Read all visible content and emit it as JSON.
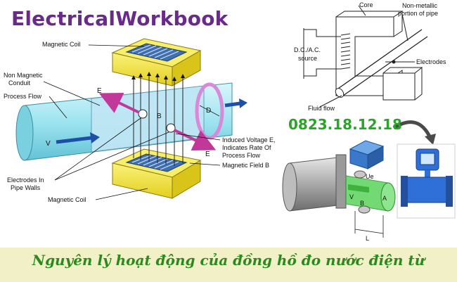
{
  "brand": "ElectricalWorkbook",
  "phone": "0823.18.12.18",
  "caption": "Nguyên lý hoạt động của đồng hồ đo nước điện từ",
  "left_diagram": {
    "magnetic_coil_top": "Magnetic Coil",
    "magnetic_coil_bottom": "Magnetic Coil",
    "non_magnetic_line1": "Non Magnetic",
    "non_magnetic_line2": "Conduit",
    "process_flow": "Process Flow",
    "electrodes_line1": "Electrodes In",
    "electrodes_line2": "Pipe Walls",
    "induced_line1": "Induced Voltage E,",
    "induced_line2": "Indicates Rate Of",
    "induced_line3": "Process Flow",
    "magnetic_field": "Magnetic Field B",
    "label_e_left": "E",
    "label_e_right": "E",
    "label_b": "B",
    "label_d": "D",
    "label_v": "V"
  },
  "right_diagram": {
    "core": "Core",
    "non_metallic_line1": "Non-metallic",
    "non_metallic_line2": "portion of pipe",
    "source_line1": "D.C./A.C.",
    "source_line2": "source",
    "electrodes": "Electrodes",
    "fluid_flow": "Fluid flow"
  },
  "meter_illustration": {
    "label_ue": "Ue",
    "label_v": "V",
    "label_b": "B",
    "label_a": "A",
    "label_l": "L"
  },
  "colors": {
    "brand": "#6a2a8a",
    "phone": "#2aa52a",
    "caption": "#2b8a1f",
    "caption_bg": "#f2f0c6",
    "coil": "#f3e63a",
    "pipe": "#9ee4f0",
    "arrow_magenta": "#c2379a",
    "flow_arrow": "#1e4fa8",
    "meter_body": "#2e6fd8"
  }
}
